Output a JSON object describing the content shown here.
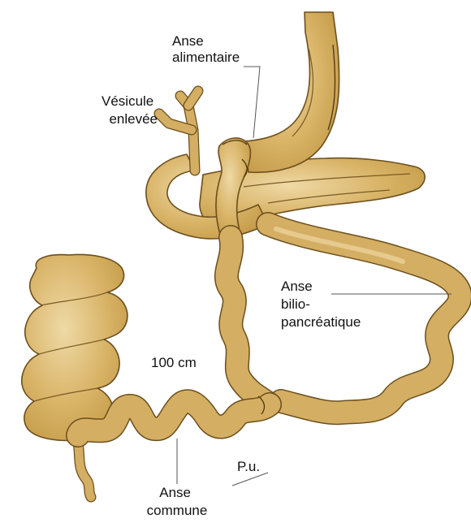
{
  "labels": {
    "alimentary_loop": [
      "Anse",
      "alimentaire"
    ],
    "gallbladder": [
      "Vésicule",
      "enlevée"
    ],
    "biliopancreatic_loop": [
      "Anse",
      "bilio-",
      "pancréatique"
    ],
    "length": "100 cm",
    "common_loop": [
      "Anse",
      "commune"
    ],
    "pu": "P.u."
  },
  "colors": {
    "organ_fill": "#d4ae62",
    "organ_highlight": "#efd9a6",
    "outline": "#6b4f1d",
    "text": "#111111"
  }
}
